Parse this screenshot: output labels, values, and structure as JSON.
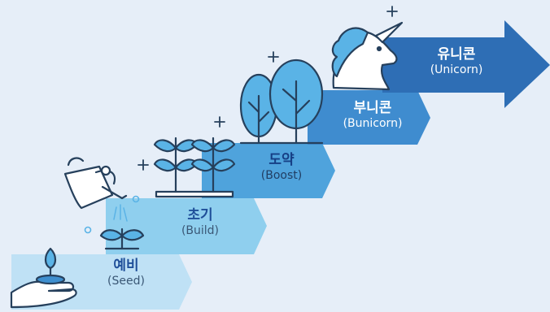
{
  "stages": [
    {
      "korean": "예비",
      "english": "(Seed)",
      "fill": "#bfe1f5",
      "ko_color": "#1f4f99",
      "en_color": "#3a5775"
    },
    {
      "korean": "초기",
      "english": "(Build)",
      "fill": "#8fcfee",
      "ko_color": "#1f4f99",
      "en_color": "#3a5775"
    },
    {
      "korean": "도약",
      "english": "(Boost)",
      "fill": "#4fa3dc",
      "ko_color": "#163f85",
      "en_color": "#213e63"
    },
    {
      "korean": "부니콘",
      "english": "(Bunicorn)",
      "fill": "#3f8ccf",
      "ko_color": "#ffffff",
      "en_color": "#ffffff"
    },
    {
      "korean": "유니콘",
      "english": "(Unicorn)",
      "fill": "#2e6eb5",
      "ko_color": "#ffffff",
      "en_color": "#ffffff"
    }
  ],
  "icons": [
    "hand-seedling-icon",
    "watering-can-icon",
    "sprout-icon",
    "plants-icon",
    "trees-icon",
    "unicorn-icon",
    "sparkle-icon"
  ],
  "colors": {
    "background": "#e6eef8",
    "icon_dark": "#26405c",
    "icon_light": "#5ab3e6"
  }
}
